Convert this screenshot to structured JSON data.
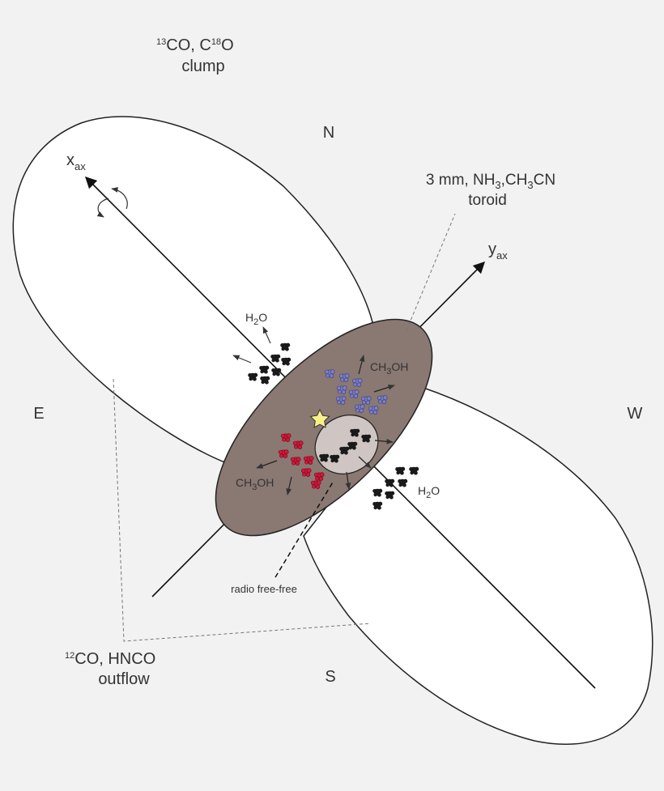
{
  "labels": {
    "clump_line1_a": "13",
    "clump_line1_b": "CO, C",
    "clump_line1_c": "18",
    "clump_line1_d": "O",
    "clump_line2": "clump",
    "north": "N",
    "south": "S",
    "east": "E",
    "west": "W",
    "xax_main": "x",
    "xax_sub": "ax",
    "yax_main": "y",
    "yax_sub": "ax",
    "toroid_line1_a": "3 mm, NH",
    "toroid_line1_b": "3",
    "toroid_line1_c": ",CH",
    "toroid_line1_d": "3",
    "toroid_line1_e": "CN",
    "toroid_line2": "toroid",
    "h2o_upper_a": "H",
    "h2o_upper_b": "2",
    "h2o_upper_c": "O",
    "h2o_lower_a": "H",
    "h2o_lower_b": "2",
    "h2o_lower_c": "O",
    "ch3oh_upper_a": "CH",
    "ch3oh_upper_b": "3",
    "ch3oh_upper_c": "OH",
    "ch3oh_lower_a": "CH",
    "ch3oh_lower_b": "3",
    "ch3oh_lower_c": "OH",
    "radio": "radio free-free",
    "outflow_line1_a": "12",
    "outflow_line1_b": "CO, HNCO",
    "outflow_line2": "outflow"
  },
  "colors": {
    "background": "#f2f2f2",
    "lobe_fill": "#ffffff",
    "toroid_fill": "#8a7873",
    "core_fill": "#cfc5c2",
    "water_maser": "#1a1a1a",
    "blue_maser": "#7b7fc4",
    "red_maser": "#d6173a",
    "star": "#f7f08a"
  }
}
